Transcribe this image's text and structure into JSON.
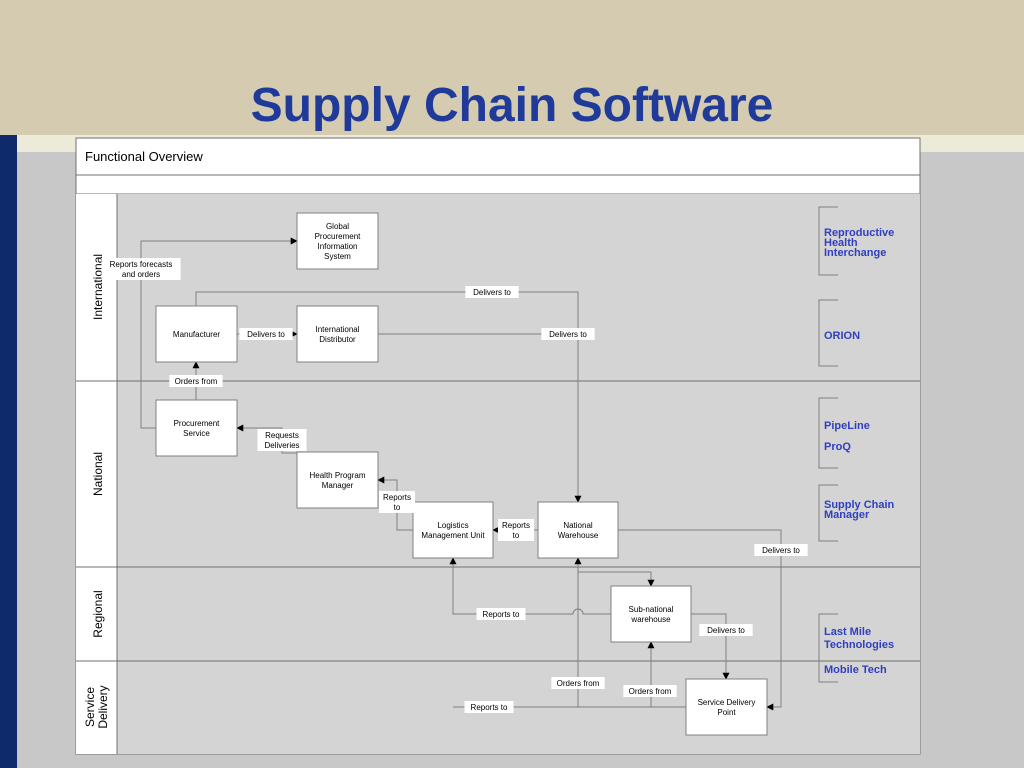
{
  "slide": {
    "title": "Supply Chain Software"
  },
  "colors": {
    "title": "#1f3a99",
    "header_band": "#d4cbb0",
    "left_bar": "#0f2a6b",
    "panel": "#c8c8c8",
    "vendor_text": "#2f3fbf"
  },
  "diagram": {
    "header": "Functional Overview",
    "lanes": [
      {
        "id": "international",
        "label": "International"
      },
      {
        "id": "national",
        "label": "National"
      },
      {
        "id": "regional",
        "label": "Regional"
      },
      {
        "id": "service_delivery",
        "label_lines": [
          "Service",
          "Delivery"
        ]
      }
    ],
    "nodes": [
      {
        "id": "gpis",
        "lines": [
          "Global",
          "Procurement",
          "Information",
          "System"
        ]
      },
      {
        "id": "manufacturer",
        "lines": [
          "Manufacturer"
        ]
      },
      {
        "id": "intl_distributor",
        "lines": [
          "International",
          "Distributor"
        ]
      },
      {
        "id": "procurement_service",
        "lines": [
          "Procurement",
          "Service"
        ]
      },
      {
        "id": "hpm",
        "lines": [
          "Health Program",
          "Manager"
        ]
      },
      {
        "id": "lmu",
        "lines": [
          "Logistics",
          "Management Unit"
        ]
      },
      {
        "id": "national_warehouse",
        "lines": [
          "National",
          "Warehouse"
        ]
      },
      {
        "id": "subnational_warehouse",
        "lines": [
          "Sub-national",
          "warehouse"
        ]
      },
      {
        "id": "sdp",
        "lines": [
          "Service Delivery",
          "Point"
        ]
      }
    ],
    "edge_labels": [
      {
        "id": "reports_forecasts",
        "lines": [
          "Reports forecasts",
          "and orders"
        ]
      },
      {
        "id": "delivers_to_top",
        "lines": [
          "Delivers to"
        ]
      },
      {
        "id": "delivers_to_mfr",
        "lines": [
          "Delivers to"
        ]
      },
      {
        "id": "delivers_to_dist",
        "lines": [
          "Delivers to"
        ]
      },
      {
        "id": "orders_from_mfr",
        "lines": [
          "Orders from"
        ]
      },
      {
        "id": "requests_deliveries",
        "lines": [
          "Requests",
          "Deliveries"
        ]
      },
      {
        "id": "reports_to_hpm",
        "lines": [
          "Reports",
          "to"
        ]
      },
      {
        "id": "reports_to_lmu",
        "lines": [
          "Reports",
          "to"
        ]
      },
      {
        "id": "delivers_to_sdp_right",
        "lines": [
          "Delivers to"
        ]
      },
      {
        "id": "reports_to_regional",
        "lines": [
          "Reports to"
        ]
      },
      {
        "id": "delivers_to_subnat",
        "lines": [
          "Delivers to"
        ]
      },
      {
        "id": "orders_from_nw",
        "lines": [
          "Orders from"
        ]
      },
      {
        "id": "orders_from_subnat",
        "lines": [
          "Orders from"
        ]
      },
      {
        "id": "reports_to_sdp",
        "lines": [
          "Reports to"
        ]
      }
    ],
    "software": [
      {
        "id": "rhi",
        "lines": [
          "Reproductive",
          "Health",
          "Interchange"
        ]
      },
      {
        "id": "orion",
        "lines": [
          "ORION"
        ]
      },
      {
        "id": "pipeline",
        "lines": [
          "PipeLine"
        ]
      },
      {
        "id": "proq",
        "lines": [
          "ProQ"
        ]
      },
      {
        "id": "scm",
        "lines": [
          "Supply Chain",
          "Manager"
        ]
      },
      {
        "id": "lmt",
        "lines": [
          "Last Mile",
          "Technologies"
        ]
      },
      {
        "id": "mobile_tech",
        "lines": [
          "Mobile Tech"
        ]
      }
    ]
  }
}
